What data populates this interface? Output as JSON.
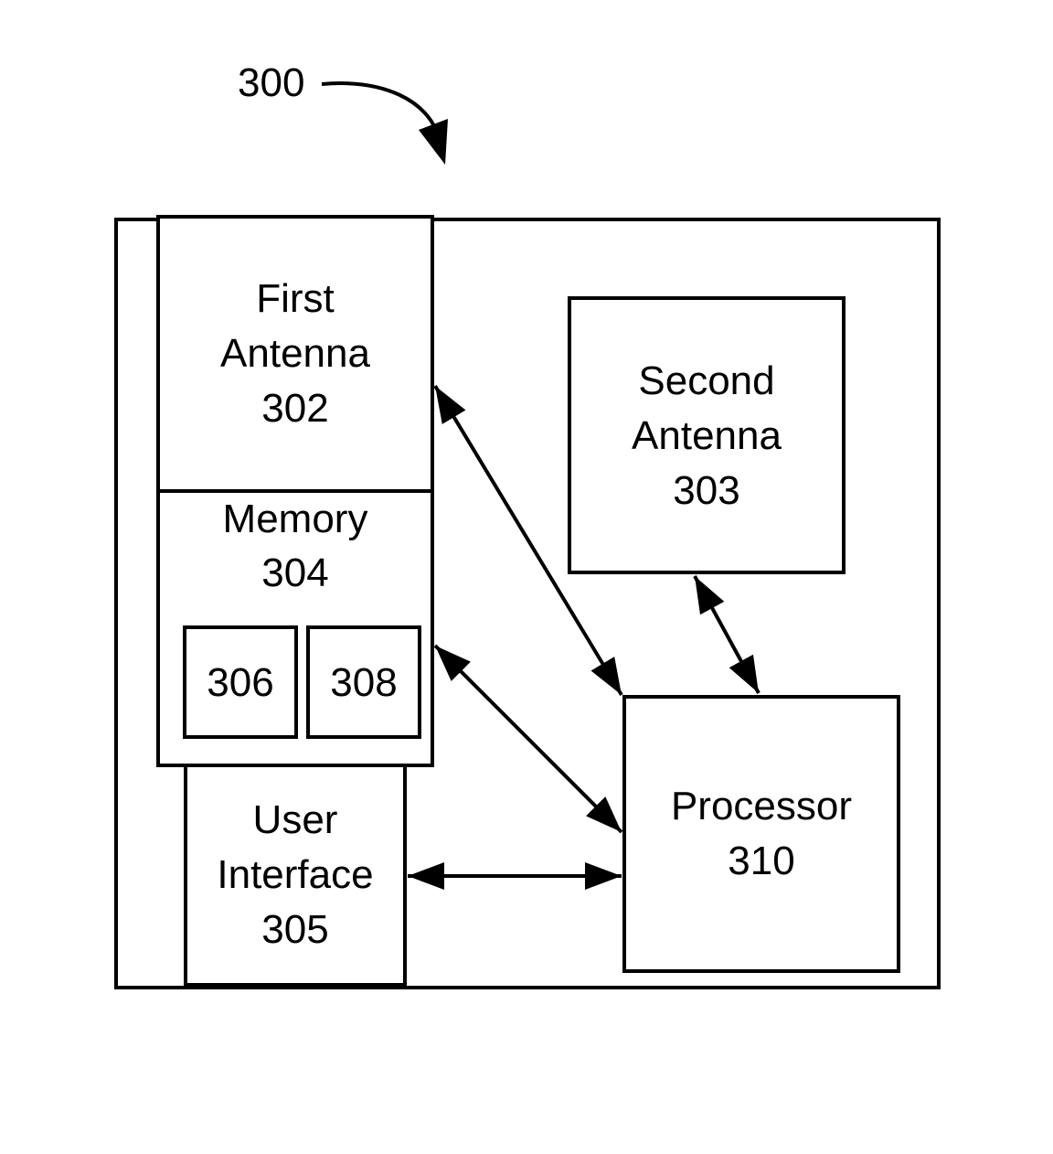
{
  "figure": {
    "ref_label": "300"
  },
  "blocks": {
    "first_antenna": {
      "line1": "First",
      "line2": "Antenna",
      "ref": "302"
    },
    "second_antenna": {
      "line1": "Second",
      "line2": "Antenna",
      "ref": "303"
    },
    "memory": {
      "line1": "Memory",
      "ref": "304"
    },
    "memory_sub_a": {
      "ref": "306"
    },
    "memory_sub_b": {
      "ref": "308"
    },
    "user_interface": {
      "line1": "User",
      "line2": "Interface",
      "ref": "305"
    },
    "processor": {
      "line1": "Processor",
      "ref": "310"
    }
  },
  "connections": [
    {
      "from": "first_antenna",
      "to": "processor",
      "direction": "bidirectional"
    },
    {
      "from": "second_antenna",
      "to": "processor",
      "direction": "bidirectional"
    },
    {
      "from": "memory",
      "to": "processor",
      "direction": "bidirectional"
    },
    {
      "from": "user_interface",
      "to": "processor",
      "direction": "bidirectional"
    }
  ]
}
